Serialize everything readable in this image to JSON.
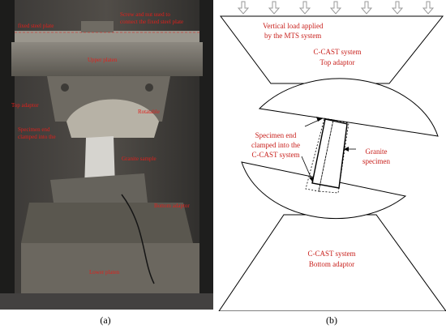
{
  "panel_a": {
    "caption": "(a)",
    "annotations": {
      "fixed_plate": "fixed steel plate",
      "screw": "Screw and nut used to",
      "screw2": "connect the fixed steel plate",
      "upper_platen": "Upper platen",
      "top_adaptor": "Top adaptor",
      "specimen_end": "Specimen end",
      "clamped": "clamped into the",
      "granite": "Granite sample",
      "rotate": "Rotatable",
      "bottom_adaptor": "Bottom adaptor",
      "lower_platen": "Lower platen"
    }
  },
  "panel_b": {
    "caption": "(b)",
    "labels": {
      "load_line1": "Vertical load applied",
      "load_line2": "by the MTS system",
      "top_line1": "C-CAST system",
      "top_line2": "Top adaptor",
      "spec_line1": "Specimen end",
      "spec_line2": "clamped into the",
      "spec_line3": "C-CAST system",
      "granite_line1": "Granite",
      "granite_line2": "specimen",
      "bottom_line1": "C-CAST system",
      "bottom_line2": "Bottom adaptor"
    },
    "colors": {
      "label": "#c8201c",
      "outline": "#000000",
      "arrow": "#aaaaaa"
    }
  }
}
